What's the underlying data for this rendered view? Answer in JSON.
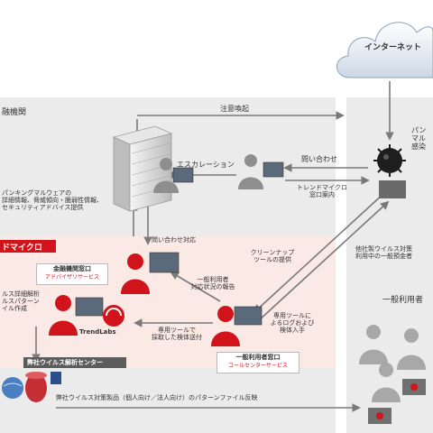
{
  "cloud": {
    "label": "インターネット"
  },
  "sections": {
    "bank": {
      "title": "融機関"
    },
    "trend": {
      "title": "ドマイクロ"
    },
    "user": {
      "title": "一般利用者"
    }
  },
  "edges": {
    "alert": "注意喚起",
    "inquiry": "問い合わせ",
    "escalation": "エスカレーション",
    "trend_contact": [
      "トレンドマイクロ",
      "窓口案内"
    ],
    "inquiry_response": "問い合わせ対応",
    "cleanup": [
      "クリーンナップ",
      "ツールの提供"
    ],
    "report": [
      "一般利用者",
      "対応状況の報告"
    ],
    "sample": [
      "専用ツールで",
      "採取した検体送付"
    ],
    "log": [
      "専用ツールに",
      "よるログおよび",
      "検体入手"
    ],
    "pattern": "弊社ウイルス対策製品（個人向け／法人向け）のパターンファイル反映"
  },
  "left_notes": {
    "banking_info": [
      "パンキングマルウェアの",
      "詳細情報、脅威傾向・脆弱性情報、",
      "セキュリティアドバイス提供"
    ],
    "analysis": [
      "ルス詳細解析",
      "ルスパターン",
      "イル作成"
    ]
  },
  "right_notes": {
    "infected": [
      "パン",
      "マル",
      "感染"
    ],
    "other_av": [
      "他社製ウイルス対策",
      "利用中の一般預金者"
    ]
  },
  "labels": {
    "bank_advisor": [
      "金融機関窓口",
      "アドバイザリサービス"
    ],
    "user_callcenter": [
      "一般利用者窓口",
      "コールセンターサービス"
    ],
    "analysis_center": "弊社ウイルス解析センター",
    "trendlabs": "TrendLabs"
  },
  "colors": {
    "red": "#d1141b",
    "gray_panel": "#ebebeb",
    "pink_panel": "#fbe9e6",
    "arrow": "#7a7a7a"
  },
  "icons": [
    "cloud-icon",
    "server-icon",
    "virus-icon",
    "operator-icon",
    "analyst-icon",
    "trendlabs-logo-icon",
    "globe-icon"
  ]
}
